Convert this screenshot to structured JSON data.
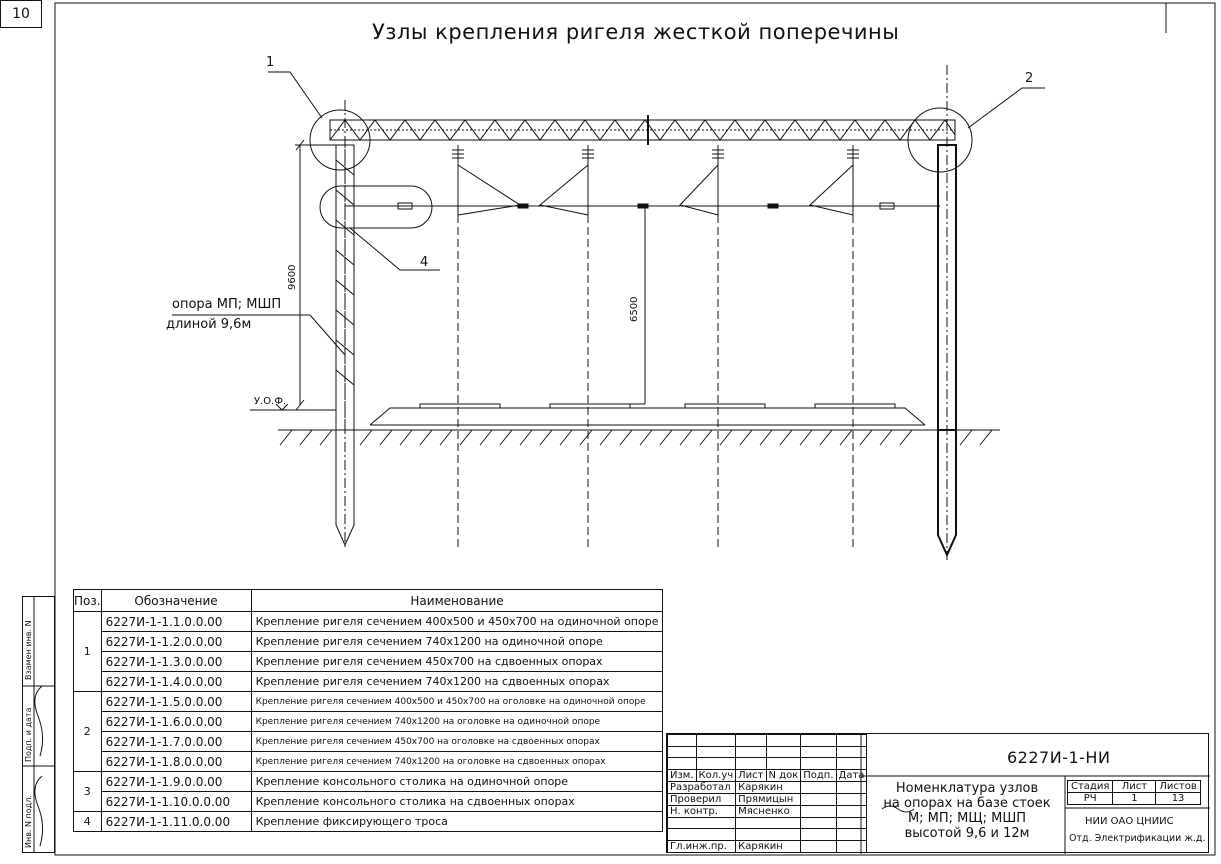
{
  "title": "Узлы крепления ригеля жесткой поперечины",
  "sheet_number": "10",
  "callouts": [
    "1",
    "2",
    "4"
  ],
  "labels": {
    "support_line1": "опора МП; МШП",
    "support_line2": "длиной 9,6м",
    "dim_height": "9600",
    "dim_wire": "6500",
    "ground_mark": "У.О.Ф."
  },
  "spec_table": {
    "headers": {
      "pos": "Поз.",
      "code": "Обозначение",
      "name": "Наименование"
    },
    "rows": [
      {
        "pos": "1",
        "code": "6227И-1-1.1.0.0.00",
        "name": "Крепление ригеля сечением 400x500 и 450x700 на одиночной опоре"
      },
      {
        "pos": "",
        "code": "6227И-1-1.2.0.0.00",
        "name": "Крепление ригеля сечением 740x1200 на одиночной опоре"
      },
      {
        "pos": "",
        "code": "6227И-1-1.3.0.0.00",
        "name": "Крепление ригеля сечением 450x700 на сдвоенных опорах"
      },
      {
        "pos": "",
        "code": "6227И-1-1.4.0.0.00",
        "name": "Крепление ригеля сечением 740x1200 на сдвоенных опорах"
      },
      {
        "pos": "2",
        "code": "6227И-1-1.5.0.0.00",
        "name": "Крепление ригеля сечением 400x500 и 450x700 на оголовке на одиночной опоре"
      },
      {
        "pos": "",
        "code": "6227И-1-1.6.0.0.00",
        "name": "Крепление ригеля сечением 740x1200 на оголовке на одиночной опоре"
      },
      {
        "pos": "",
        "code": "6227И-1-1.7.0.0.00",
        "name": "Крепление ригеля сечением 450x700 на оголовке на сдвоенных опорах"
      },
      {
        "pos": "",
        "code": "6227И-1-1.8.0.0.00",
        "name": "Крепление ригеля сечением 740x1200 на оголовке на сдвоенных опорах"
      },
      {
        "pos": "3",
        "code": "6227И-1-1.9.0.0.00",
        "name": "Крепление консольного столика на одиночной опоре"
      },
      {
        "pos": "",
        "code": "6227И-1-1.10.0.0.00",
        "name": "Крепление консольного столика на сдвоенных опорах"
      },
      {
        "pos": "4",
        "code": "6227И-1-1.11.0.0.00",
        "name": "Крепление фиксирующего троса"
      }
    ]
  },
  "title_block": {
    "doc_code": "6227И-1-НИ",
    "description": [
      "Номенклатура узлов",
      "на опорах на базе стоек",
      "М; МП; МЩ; МШП",
      "высотой 9,6 и 12м"
    ],
    "sign_headers": [
      "Изм.",
      "Кол.уч",
      "Лист",
      "N док",
      "Подп.",
      "Дата"
    ],
    "roles": [
      {
        "role": "Разработал",
        "name": "Карякин"
      },
      {
        "role": "Проверил",
        "name": "Прямицын"
      },
      {
        "role": "Н. контр.",
        "name": "Мясненко"
      },
      {
        "role": "Гл.инж.пр.",
        "name": "Карякин"
      }
    ],
    "stage_headers": [
      "Стадия",
      "Лист",
      "Листов"
    ],
    "stage_values": [
      "РЧ",
      "1",
      "13"
    ],
    "org1": "НИИ ОАО ЦНИИС",
    "org2": "Отд. Электрификации ж.д."
  },
  "stamp_labels": [
    "Инв. N подл.",
    "Подп. и дата",
    "Взамен инв. N"
  ]
}
